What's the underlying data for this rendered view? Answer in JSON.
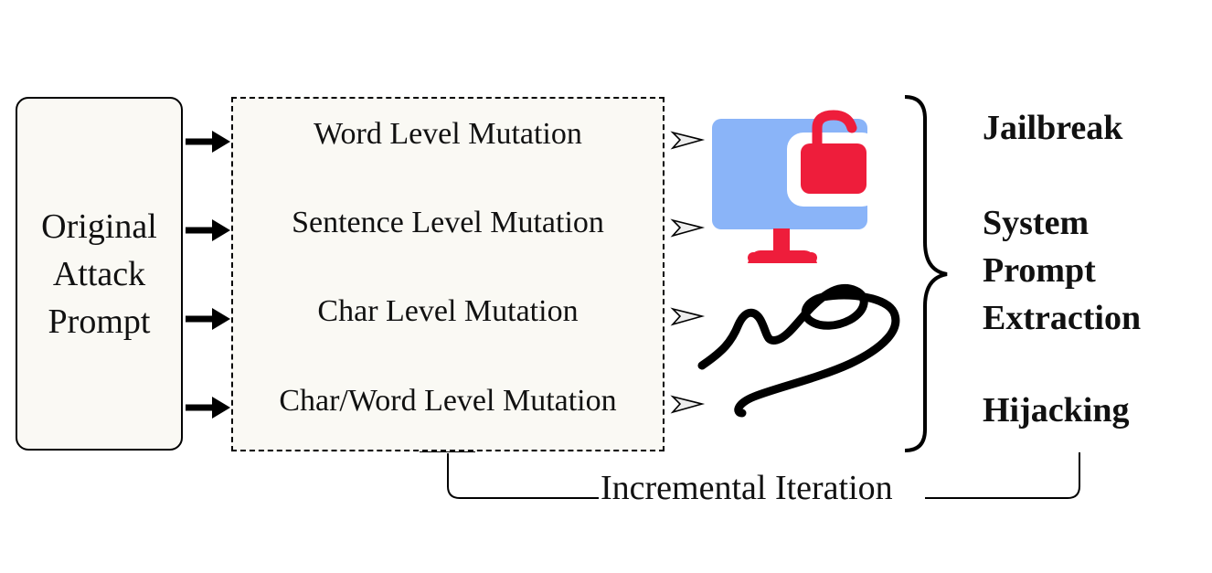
{
  "source": {
    "label_lines": [
      "Original",
      "Attack",
      "Prompt"
    ]
  },
  "mutations": [
    {
      "label": "Word Level Mutation"
    },
    {
      "label": "Sentence Level Mutation"
    },
    {
      "label": "Char Level Mutation"
    },
    {
      "label": "Char/Word Level Mutation"
    }
  ],
  "icons": {
    "target": "unlocked-computer-icon",
    "attack": "scribble-icon"
  },
  "outcomes": {
    "jailbreak": "Jailbreak",
    "system_prompt_extraction_lines": [
      "System",
      "Prompt",
      "Extraction"
    ],
    "hijacking": "Hijacking"
  },
  "feedback": {
    "label": "Incremental Iteration"
  },
  "colors": {
    "box_fill": "#faf9f4",
    "monitor": "#8ab4f8",
    "lock": "#ee1d3b"
  }
}
